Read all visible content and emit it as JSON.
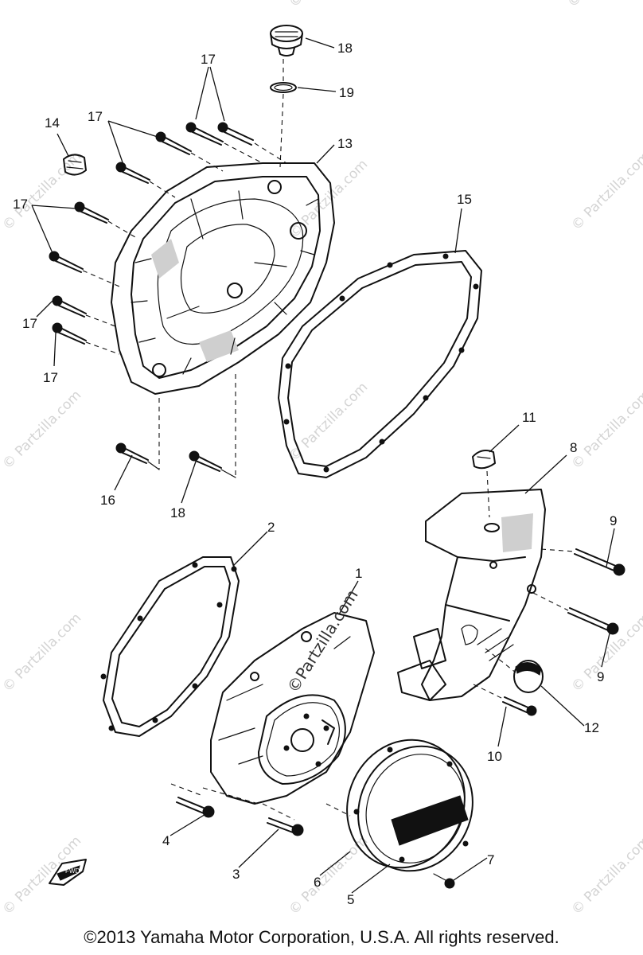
{
  "diagram": {
    "callouts": [
      "18",
      "19",
      "17",
      "14",
      "17",
      "13",
      "17",
      "15",
      "17",
      "17",
      "11",
      "8",
      "16",
      "18",
      "2",
      "9",
      "1",
      "9",
      "12",
      "10",
      "4",
      "3",
      "6",
      "5",
      "7"
    ],
    "watermark_text": "© Partzilla.com",
    "center_watermark_text": "©Partzilla.com",
    "front_label": "FWD"
  },
  "footer": {
    "copyright": "©2013  Yamaha Motor Corporation, U.S.A. All rights reserved."
  }
}
